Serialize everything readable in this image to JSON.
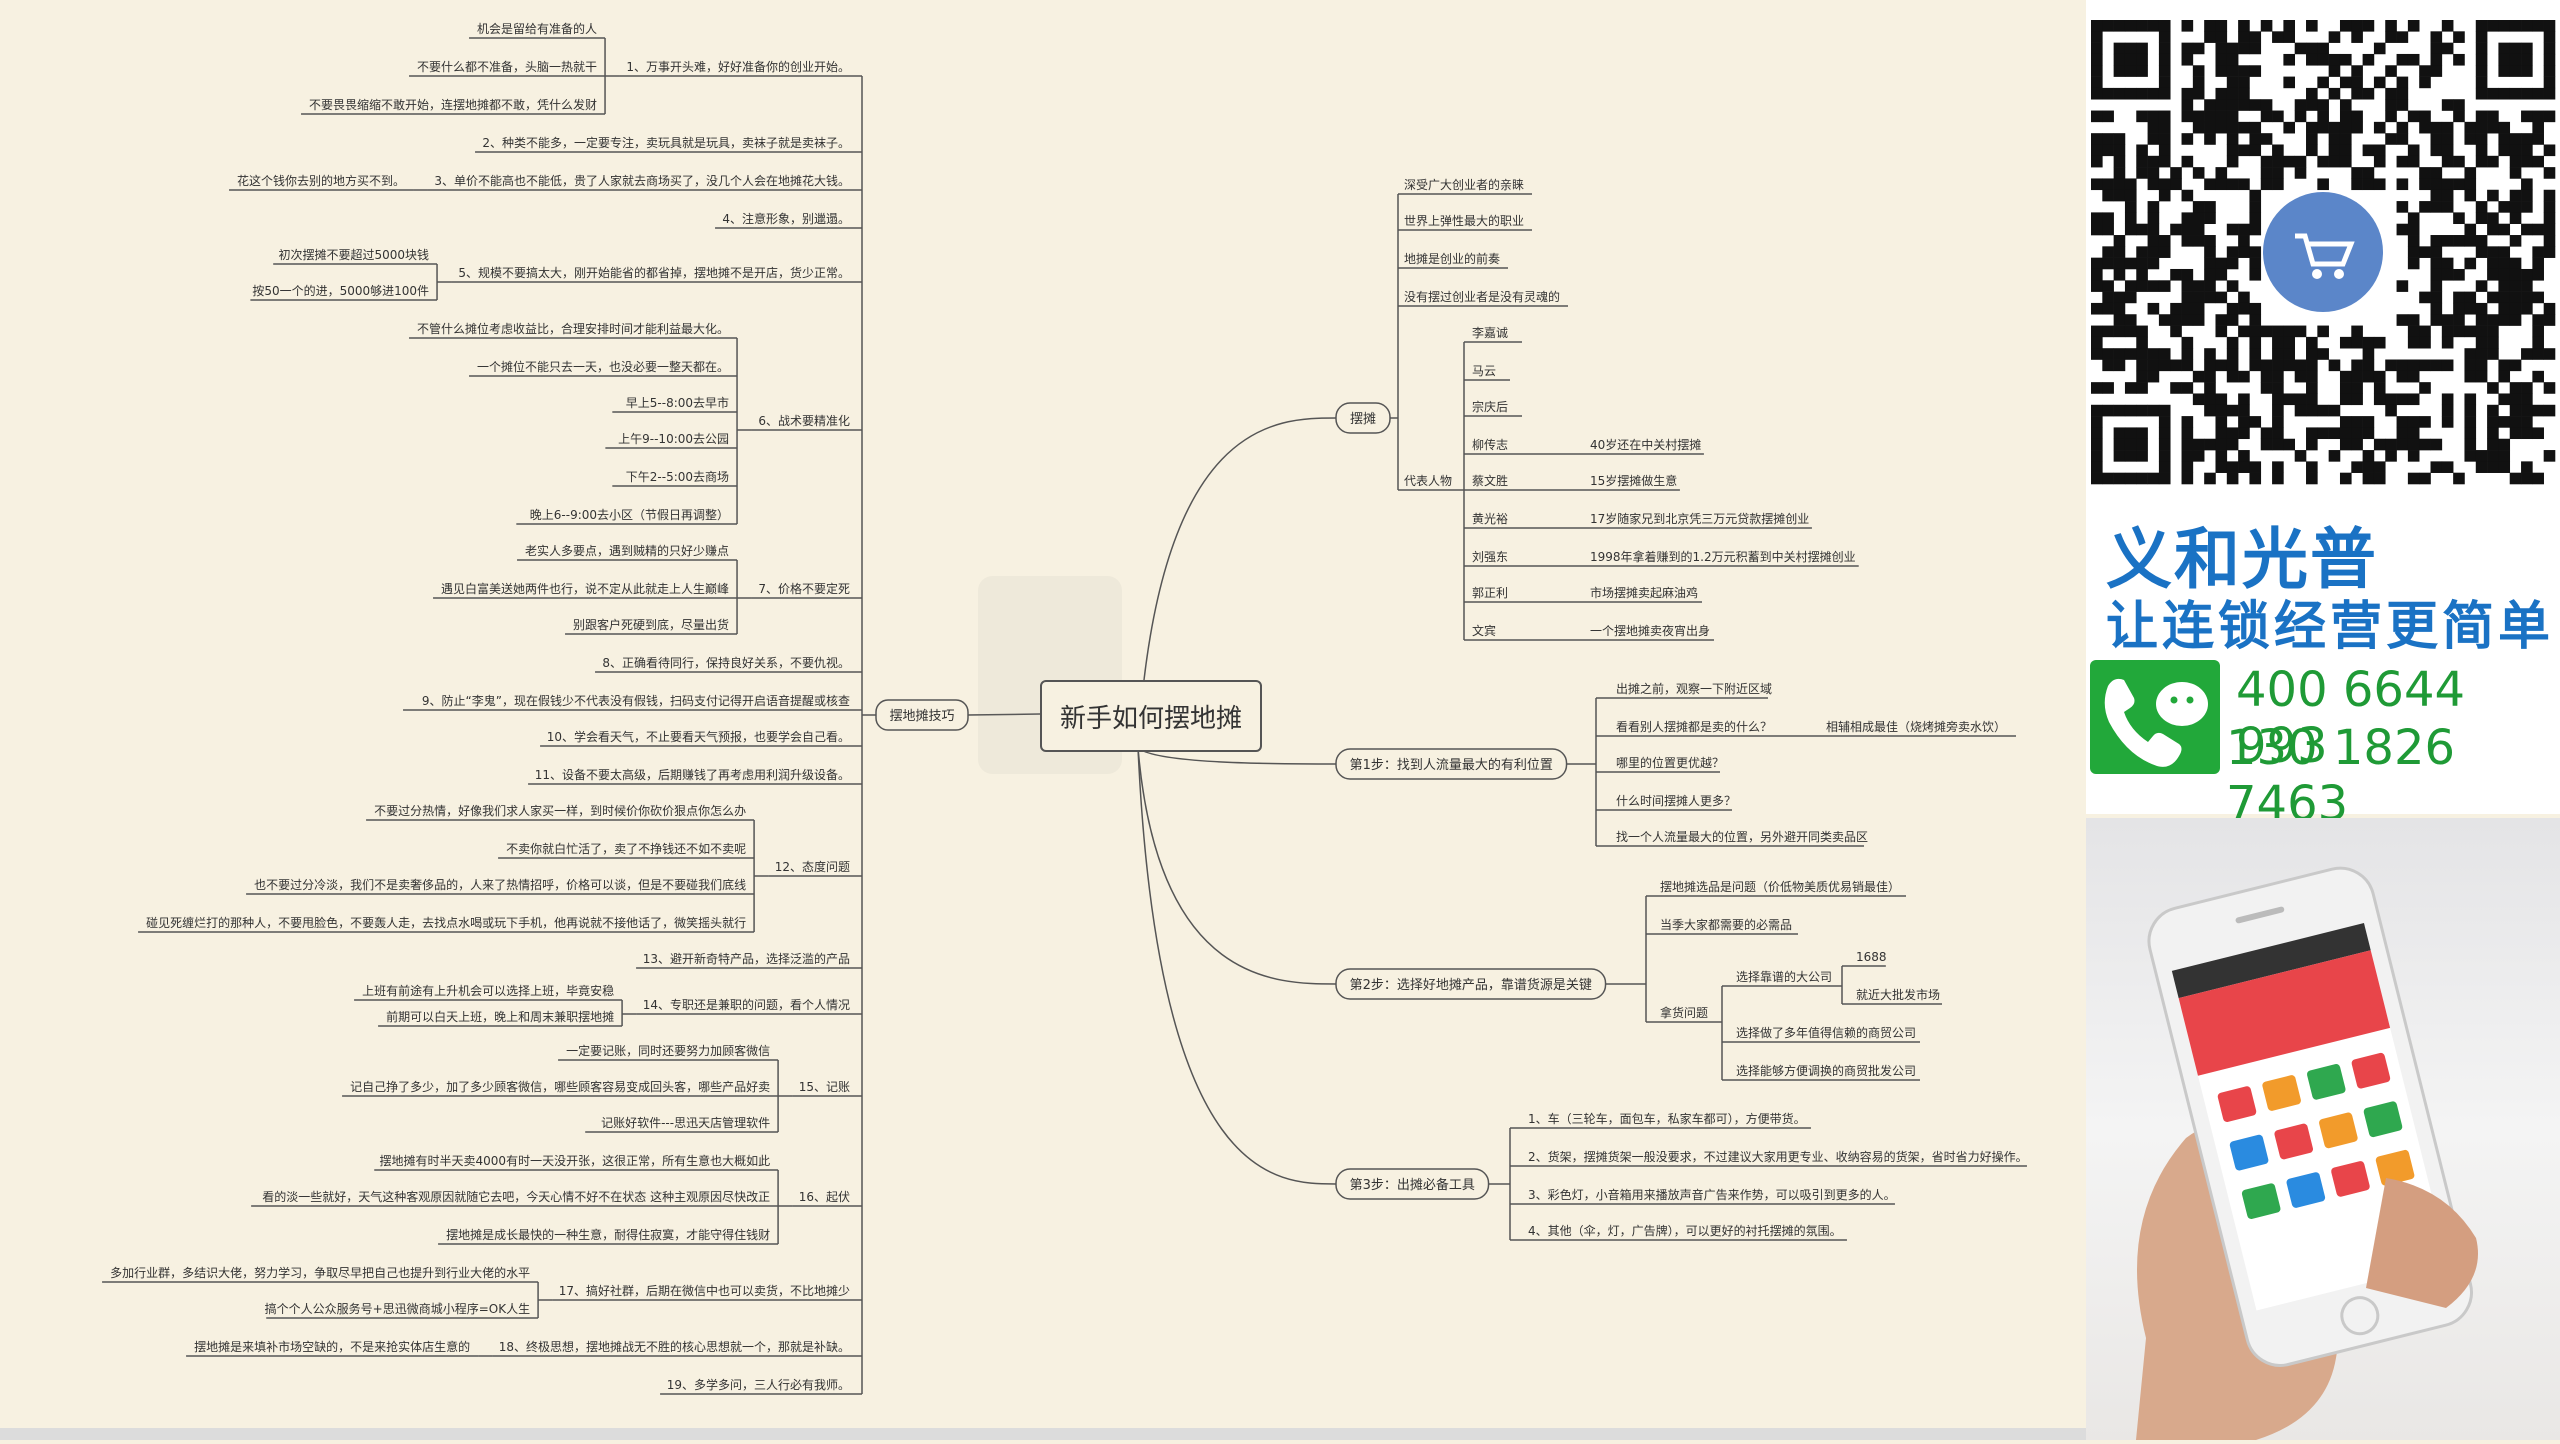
{
  "root": {
    "label": "新手如何摆地摊"
  },
  "left_branch": {
    "label": "摆地摊技巧",
    "items": [
      {
        "label": "1、万事开头难，好好准备你的创业开始。",
        "children": [
          "机会是留给有准备的人",
          "不要什么都不准备，头脑一热就干",
          "不要畏畏缩缩不敢开始，连摆地摊都不敢，凭什么发财"
        ]
      },
      {
        "label": "2、种类不能多，一定要专注，卖玩具就是玩具，卖袜子就是卖袜子。",
        "children": []
      },
      {
        "label": "3、单价不能高也不能低，贵了人家就去商场买了，没几个人会在地摊花大钱。",
        "children": [
          "花这个钱你去别的地方买不到。"
        ]
      },
      {
        "label": "4、注意形象，别邋遢。",
        "children": []
      },
      {
        "label": "5、规模不要搞太大，刚开始能省的都省掉，摆地摊不是开店，货少正常。",
        "children": [
          "初次摆摊不要超过5000块钱",
          "按50一个的进，5000够进100件"
        ]
      },
      {
        "label": "6、战术要精准化",
        "children": [
          "不管什么摊位考虑收益比，合理安排时间才能利益最大化。",
          "一个摊位不能只去一天，也没必要一整天都在。",
          "早上5--8:00去早市",
          "上午9--10:00去公园",
          "下午2--5:00去商场",
          "晚上6--9:00去小区（节假日再调整）"
        ]
      },
      {
        "label": "7、价格不要定死",
        "children": [
          "老实人多要点，遇到贼精的只好少赚点",
          "遇见白富美送她两件也行，说不定从此就走上人生巅峰",
          "别跟客户死硬到底，尽量出货"
        ]
      },
      {
        "label": "8、正确看待同行，保持良好关系，不要仇视。",
        "children": []
      },
      {
        "label": "9、防止“李鬼”，现在假钱少不代表没有假钱，扫码支付记得开启语音提醒或核查",
        "children": []
      },
      {
        "label": "10、学会看天气，不止要看天气预报，也要学会自己看。",
        "children": []
      },
      {
        "label": "11、设备不要太高级，后期赚钱了再考虑用利润升级设备。",
        "children": []
      },
      {
        "label": "12、态度问题",
        "children": [
          "不要过分热情，好像我们求人家买一样，到时候价你砍价狠点你怎么办",
          "不卖你就白忙活了，卖了不挣钱还不如不卖呢",
          "也不要过分冷淡，我们不是卖奢侈品的，人来了热情招呼，价格可以谈，但是不要碰我们底线",
          "碰见死缠烂打的那种人，不要甩脸色，不要轰人走，去找点水喝或玩下手机，他再说就不接他话了，微笑摇头就行"
        ]
      },
      {
        "label": "13、避开新奇特产品，选择泛滥的产品",
        "children": []
      },
      {
        "label": "14、专职还是兼职的问题，看个人情况",
        "children": [
          "上班有前途有上升机会可以选择上班，毕竟安稳",
          "前期可以白天上班，晚上和周末兼职摆地摊"
        ]
      },
      {
        "label": "15、记账",
        "children": [
          "一定要记账，同时还要努力加顾客微信",
          "记自己挣了多少，加了多少顾客微信，哪些顾客容易变成回头客，哪些产品好卖",
          "记账好软件---思迅天店管理软件"
        ]
      },
      {
        "label": "16、起伏",
        "children": [
          "摆地摊有时半天卖4000有时一天没开张，这很正常，所有生意也大概如此",
          "看的淡一些就好，天气这种客观原因就随它去吧，今天心情不好不在状态 这种主观原因尽快改正",
          "摆地摊是成长最快的一种生意，耐得住寂寞，才能守得住钱财"
        ]
      },
      {
        "label": "17、搞好社群，后期在微信中也可以卖货，不比地摊少",
        "children": [
          "多加行业群，多结识大佬，努力学习，争取尽早把自己也提升到行业大佬的水平",
          "搞个个人公众服务号+思迅微商城小程序=OK人生"
        ]
      },
      {
        "label": "18、终极思想，摆地摊战无不胜的核心思想就一个，那就是补缺。",
        "children": [
          "摆地摊是来填补市场空缺的，不是来抢实体店生意的"
        ]
      },
      {
        "label": "19、多学多问，三人行必有我师。",
        "children": []
      }
    ]
  },
  "right_branches": [
    {
      "label": "摆摊",
      "items": [
        {
          "label": "深受广大创业者的亲睐",
          "children": []
        },
        {
          "label": "世界上弹性最大的职业",
          "children": []
        },
        {
          "label": "地摊是创业的前奏",
          "children": []
        },
        {
          "label": "没有摆过创业者是没有灵魂的",
          "children": []
        },
        {
          "label": "代表人物",
          "children": [
            {
              "label": "李嘉诚",
              "note": ""
            },
            {
              "label": "马云",
              "note": ""
            },
            {
              "label": "宗庆后",
              "note": ""
            },
            {
              "label": "柳传志",
              "note": "40岁还在中关村摆摊"
            },
            {
              "label": "蔡文胜",
              "note": "15岁摆摊做生意"
            },
            {
              "label": "黄光裕",
              "note": "17岁随家兄到北京凭三万元贷款摆摊创业"
            },
            {
              "label": "刘强东",
              "note": "1998年拿着赚到的1.2万元积蓄到中关村摆摊创业"
            },
            {
              "label": "郭正利",
              "note": "市场摆摊卖起麻油鸡"
            },
            {
              "label": "文宾",
              "note": "一个摆地摊卖夜宵出身"
            }
          ]
        }
      ]
    },
    {
      "label": "第1步：找到人流量最大的有利位置",
      "items": [
        {
          "label": "出摊之前，观察一下附近区域",
          "children": []
        },
        {
          "label": "看看别人摆摊都是卖的什么？",
          "children": [
            "相辅相成最佳（烧烤摊旁卖水饮）"
          ]
        },
        {
          "label": "哪里的位置更优越？",
          "children": []
        },
        {
          "label": "什么时间摆摊人更多？",
          "children": []
        },
        {
          "label": "找一个人流量最大的位置，另外避开同类卖品区",
          "children": []
        }
      ]
    },
    {
      "label": "第2步：选择好地摊产品，靠谱货源是关键",
      "items": [
        {
          "label": "摆地摊选品是问题（价低物美质优易销最佳）",
          "children": []
        },
        {
          "label": "当季大家都需要的必需品",
          "children": []
        },
        {
          "label": "拿货问题",
          "children": [
            {
              "label": "选择靠谱的大公司",
              "children": [
                "1688",
                "就近大批发市场"
              ]
            },
            {
              "label": "选择做了多年值得信赖的商贸公司",
              "children": []
            },
            {
              "label": "选择能够方便调换的商贸批发公司",
              "children": []
            }
          ]
        }
      ]
    },
    {
      "label": "第3步：出摊必备工具",
      "items": [
        {
          "label": "1、车（三轮车，面包车，私家车都可），方便带货。",
          "children": []
        },
        {
          "label": "2、货架，摆摊货架一般没要求，不过建议大家用更专业、收纳容易的货架，省时省力好操作。",
          "children": []
        },
        {
          "label": "3、彩色灯，小音箱用来播放声音广告来作势，可以吸引到更多的人。",
          "children": []
        },
        {
          "label": "4、其他（伞，灯，广告牌），可以更好的衬托摆摊的氛围。",
          "children": []
        }
      ]
    }
  ],
  "ad": {
    "brand": "义和光普",
    "slogan": "让连锁经营更简单",
    "phone1": "400 6644 993",
    "phone2": "130 1826 7463"
  },
  "colors": {
    "background": "#f7f1e1",
    "line": "#555555",
    "brand_blue": "#1a72c4",
    "brand_green": "#22a83a"
  },
  "icons": [
    "qr-code-icon",
    "shopping-cart-icon",
    "phone-icon",
    "wechat-icon",
    "smartphone-photo"
  ]
}
